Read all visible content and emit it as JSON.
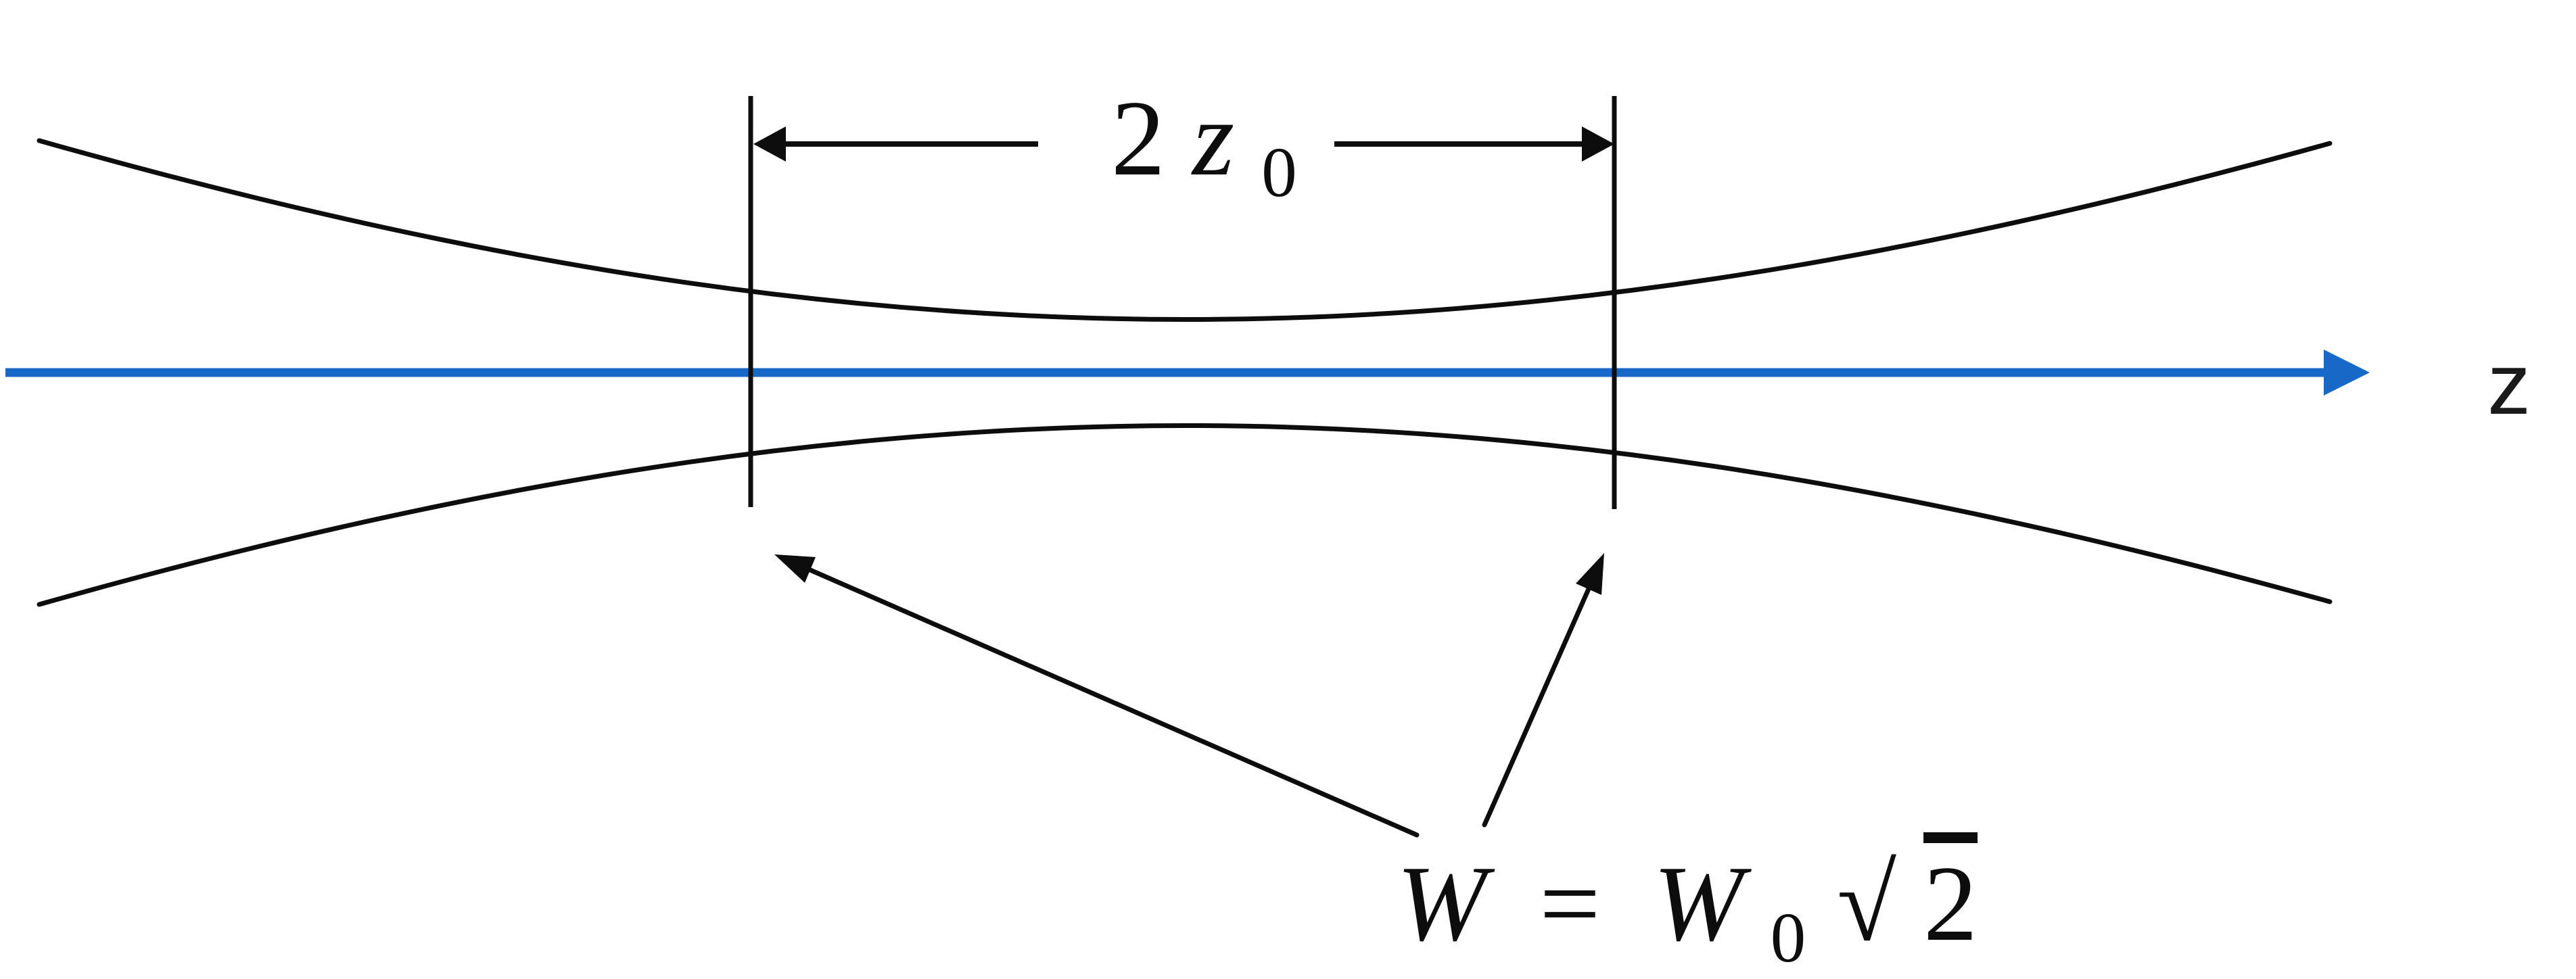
{
  "colors": {
    "axis_blue": "#1868c8",
    "ink": "#0d0d0d"
  },
  "labels": {
    "rayleigh_range": {
      "coefficient": "2",
      "variable": "z",
      "subscript": "0"
    },
    "beam_width": {
      "lhs": "W",
      "relation": "=",
      "rhs_base": "W",
      "rhs_subscript": "0",
      "radical": "√",
      "radicand": "2"
    },
    "axis": "z"
  }
}
